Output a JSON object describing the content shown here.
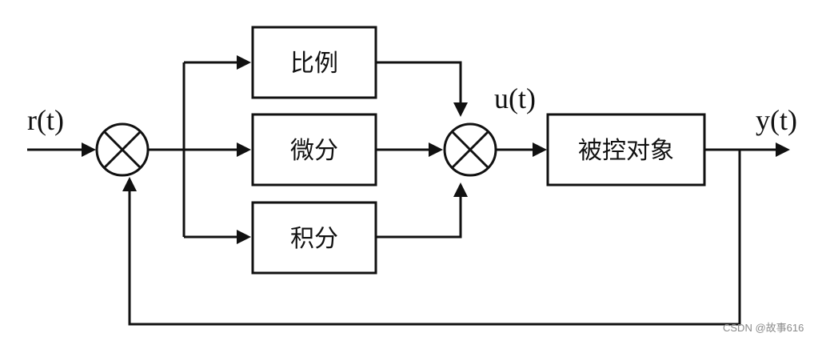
{
  "signals": {
    "input": "r(t)",
    "control": "u(t)",
    "output": "y(t)"
  },
  "blocks": {
    "proportional": "比例",
    "derivative": "微分",
    "integral": "积分",
    "plant": "被控对象"
  },
  "watermark": "CSDN @故事616"
}
